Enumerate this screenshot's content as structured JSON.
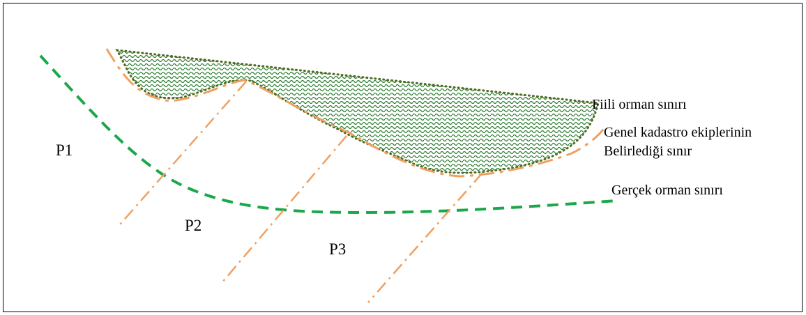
{
  "labels": {
    "fiili": "Fiili orman sınırı",
    "genel_line1": "Genel kadastro ekiplerinin",
    "genel_line2": "Belirlediği sınır",
    "gercek": "Gerçek orman sınırı",
    "p1": "P1",
    "p2": "P2",
    "p3": "P3"
  },
  "colors": {
    "forest_fill": "#2e7d32",
    "forest_dots": "#4e6b1e",
    "orange": "#f0a060",
    "green_dash": "#1aa84a",
    "frame": "#000000"
  }
}
